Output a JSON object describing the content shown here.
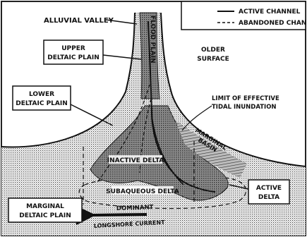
{
  "labels": {
    "alluvial_valley": "ALLUVIAL VALLEY",
    "flood_plain": "FLOOD PLAIN",
    "upper_deltaic_plain": [
      "UPPER",
      "DELTAIC PLAIN"
    ],
    "older_surface": [
      "OLDER",
      "SURFACE"
    ],
    "lower_deltaic_plain": [
      "LOWER",
      "DELTAIC PLAIN"
    ],
    "limit_tidal": [
      "LIMIT OF EFFECTIVE",
      "TIDAL INUNDATION"
    ],
    "marginal_basin": [
      "MARGINAL",
      "BASIN"
    ],
    "inactive_delta": "INACTIVE DELTA",
    "subaqueous_delta": "SUBAQUEOUS DELTA",
    "active_delta": [
      "ACTIVE",
      "DELTA"
    ],
    "marginal_deltaic_plain": [
      "MARGINAL",
      "DELTAIC PLAIN"
    ],
    "dominant_current": [
      "DOMINANT",
      "LONGSHORE CURRENT"
    ]
  },
  "legend": {
    "active_channel": "ACTIVE CHANNEL",
    "abandoned_channel": "ABANDONED CHANNEL"
  }
}
